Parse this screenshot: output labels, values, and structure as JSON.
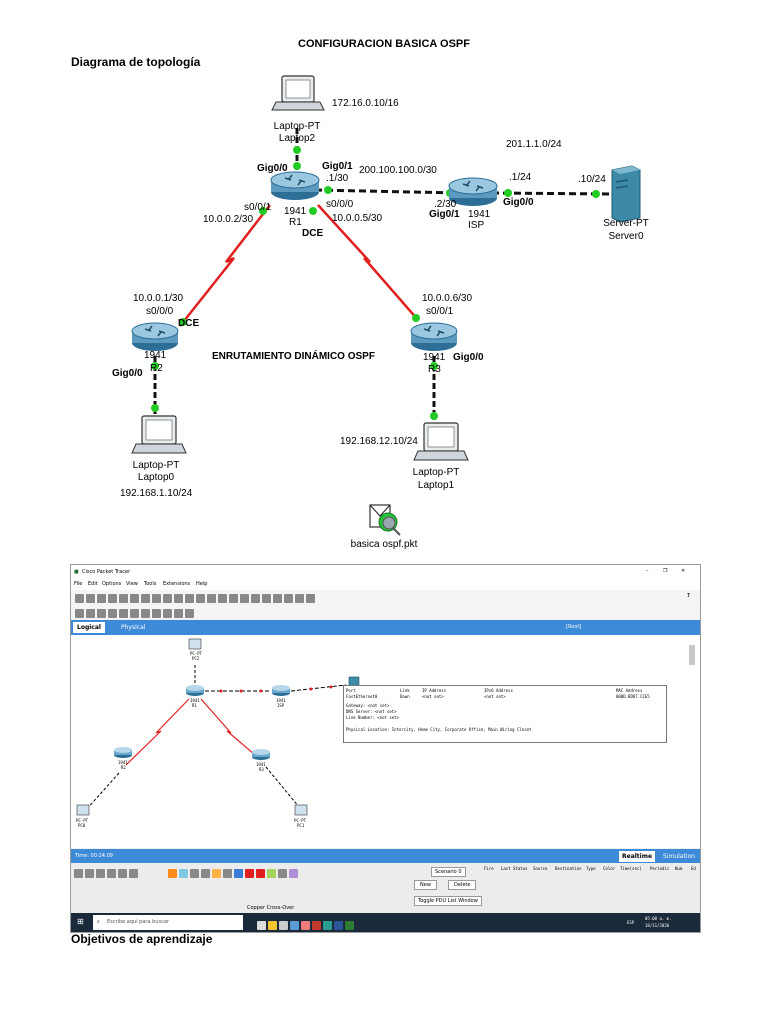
{
  "document": {
    "title": "CONFIGURACION BASICA OSPF",
    "section_topology": "Diagrama de topología",
    "section_objectives": "Objetivos de aprendizaje",
    "center_label": "ENRUTAMIENTO DINÁMICO OSPF",
    "file_label": "basica ospf.pkt"
  },
  "topology": {
    "laptop2": {
      "ip": "172.16.0.10/16",
      "type": "Laptop-PT",
      "name": "Laptop2"
    },
    "r1": {
      "model": "1941",
      "name": "R1",
      "gig00": "Gig0/0",
      "gig01": "Gig0/1",
      "gig01_ip": ".1/30",
      "s001": "s0/0/1",
      "s001_ip": "10.0.0.2/30",
      "s000": "s0/0/0",
      "s000_ip": "10.0.0.5/30",
      "dce": "DCE"
    },
    "isp": {
      "model": "1941",
      "name": "ISP",
      "gig01": "Gig0/1",
      "gig01_ip": ".2/30",
      "gig00": "Gig0/0",
      "gig00_ip": ".1/24"
    },
    "link_r1_isp": "200.100.100.0/30",
    "lan_isp": "201.1.1.0/24",
    "server": {
      "ip": ".10/24",
      "type": "Server-PT",
      "name": "Server0"
    },
    "r2": {
      "model": "1941",
      "name": "R2",
      "s000_ip": "10.0.0.1/30",
      "s000": "s0/0/0",
      "dce": "DCE",
      "gig00": "Gig0/0"
    },
    "r3": {
      "model": "1941",
      "name": "R3",
      "s001_ip": "10.0.0.6/30",
      "s001": "s0/0/1",
      "gig00": "Gig0/0"
    },
    "laptop0": {
      "type": "Laptop-PT",
      "name": "Laptop0",
      "ip": "192.168.1.10/24"
    },
    "laptop1": {
      "type": "Laptop-PT",
      "name": "Laptop1",
      "ip": "192.168.12.10/24"
    }
  },
  "packet_tracer": {
    "window_title": "Cisco Packet Tracer",
    "menu": [
      "File",
      "Edit",
      "Options",
      "View",
      "Tools",
      "Extensions",
      "Help"
    ],
    "tab_logical": "Logical",
    "tab_physical": "Physical",
    "root_label": "[Root]",
    "time_label": "Time: 00:24:09",
    "realtime": "Realtime",
    "simulation": "Simulation",
    "scenario": "Scenario 0",
    "new_btn": "New",
    "delete_btn": "Delete",
    "toggle_pdu": "Toggle PDU List Window",
    "columns": [
      "Fire",
      "Last Status",
      "Source",
      "Destination",
      "Type",
      "Color",
      "Time(sec)",
      "Periodic",
      "Num",
      "Ed"
    ],
    "cable_label": "Copper Cross-Over",
    "search_placeholder": "Escribe aquí para buscar",
    "clock_time": "05:08 a. m.",
    "clock_date": "18/11/2020",
    "lang": "ESP",
    "help_icon_text": "?",
    "canvas_nodes": {
      "pc2": "PC-PT\nPC2",
      "r1": "1941\nR1",
      "isp": "1941\nISP",
      "r2": "1941\nR2",
      "r3": "1941\nR3",
      "pc0": "PC-PT\nPC0",
      "pc1": "PC-PT\nPC1"
    },
    "tooltip": {
      "header": [
        "Port",
        "Link",
        "IP Address",
        "IPv6 Address",
        "MAC Address"
      ],
      "row": [
        "FastEthernet0",
        "Down",
        "<not set>",
        "<not set>",
        "000D.BD87.CCE5"
      ],
      "gateway": "Gateway:  <not set>",
      "dns": "DNS Server:  <not set>",
      "line": "Line Number:  <not set>",
      "location": "Physical Location: Intercity, Home City, Corporate Office, Main Wiring Closet"
    }
  },
  "colors": {
    "serial": "#e02020",
    "ethernet": "#111111",
    "port_dot": "#22cc22",
    "pt_blue": "#3d8ad8"
  }
}
